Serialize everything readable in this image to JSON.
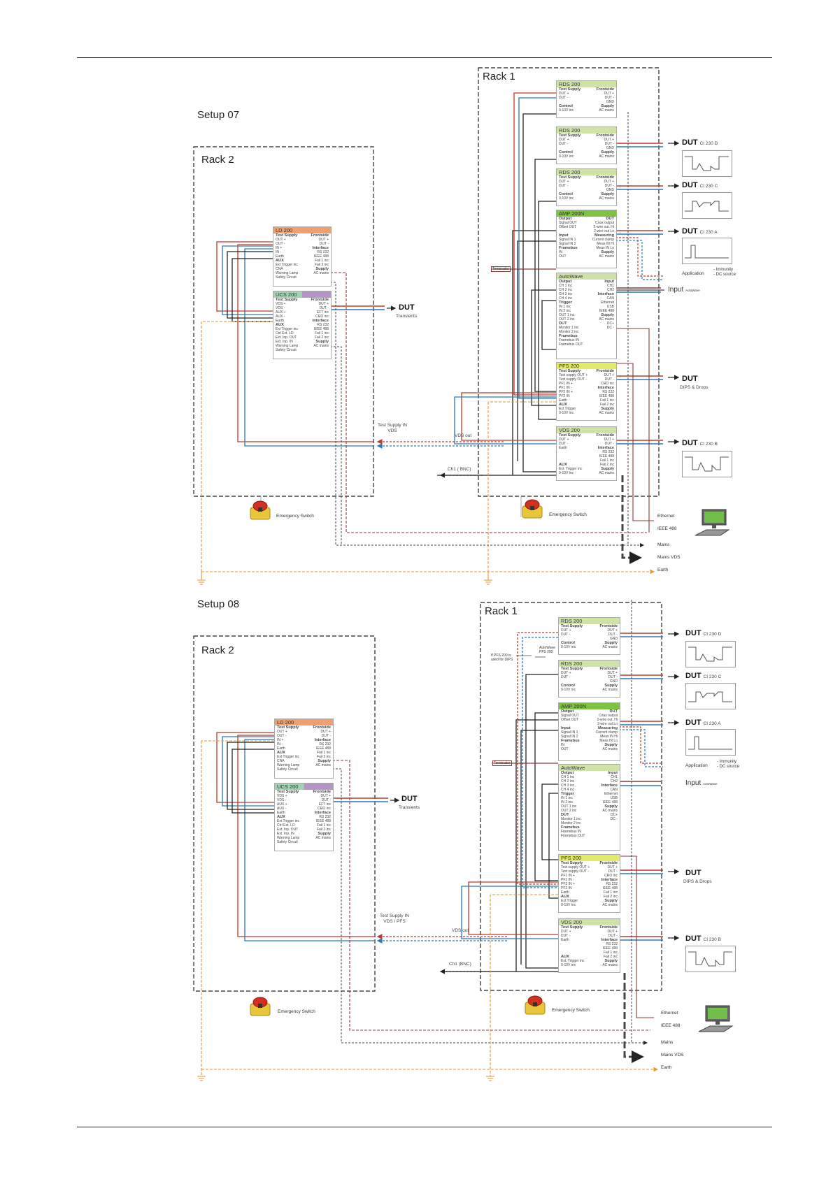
{
  "setups": [
    {
      "title": "Setup 07",
      "rack1_label": "Rack 1",
      "rack2_label": "Rack 2",
      "test_supply_in": "Test Supply IN\nVDS",
      "vds_out": "VDS out",
      "ch1": "Ch1 ( BNC)",
      "emergency1": "Emergency Switch",
      "emergency2": "Emergency Switch",
      "outputs": [
        {
          "dut": "DUT",
          "sub": "CI 230 D"
        },
        {
          "dut": "DUT",
          "sub": "CI 230 C"
        },
        {
          "dut": "DUT",
          "sub": "CI 230 A"
        },
        {
          "dut": "DUT",
          "sub": "DIPS & Drops"
        },
        {
          "dut": "DUT",
          "sub": "CI 230 B"
        }
      ],
      "application": "Application",
      "immunity": "- Immunity\n- DC source",
      "input": "Input",
      "input_sub": "AutoWave",
      "transients_dut": "DUT",
      "transients": "Transients",
      "terminator": "Terminator",
      "bottom": [
        "Ethernet",
        "IEEE 488",
        "Mains",
        "Mains VDS",
        "Earth"
      ]
    },
    {
      "title": "Setup 08",
      "rack1_label": "Rack 1",
      "rack2_label": "Rack 2",
      "test_supply_in": "Test Supply IN\nVDS / PFS",
      "vds_out": "VDS out",
      "ch1": "Ch1 (BNC)",
      "emergency1": "Emergency Switch",
      "emergency2": "Emergency Switch",
      "note": "If PFS 200 is\nused for DIPS",
      "note2": "AutoWave\nPFS 200",
      "outputs": [
        {
          "dut": "DUT",
          "sub": "CI 230 D"
        },
        {
          "dut": "DUT",
          "sub": "CI 230 C"
        },
        {
          "dut": "DUT",
          "sub": "CI 230 A"
        },
        {
          "dut": "DUT",
          "sub": "DIPS & Drops"
        },
        {
          "dut": "DUT",
          "sub": "CI 230 B"
        }
      ],
      "application": "Application",
      "immunity": "- Immunity\n- DC source",
      "input": "Input",
      "input_sub": "AutoWave",
      "transients_dut": "DUT",
      "transients": "Transients",
      "terminator": "Terminator",
      "bottom": [
        "Ethernet",
        "IEEE 488",
        "Mains",
        "Mains VDS",
        "Earth"
      ]
    }
  ],
  "modules": {
    "rds": {
      "title": "RDS 200",
      "color": "#cfe3a8",
      "rows": [
        [
          "Test Supply",
          "Frontside"
        ],
        [
          "DUT +",
          "DUT +"
        ],
        [
          "DUT -",
          "DUT -"
        ],
        [
          "",
          "GND"
        ],
        [
          "Control",
          "Supply"
        ],
        [
          "0-10V inc",
          "AC mains"
        ]
      ]
    },
    "amp": {
      "title": "AMP 200N",
      "color": "#7dc242",
      "rows": [
        [
          "Output",
          "DUT"
        ],
        [
          "Signal OUT",
          "Coax output"
        ],
        [
          "Offset OUT",
          "2-wire out. Hi"
        ],
        [
          "",
          "2-wire out Lo"
        ],
        [
          "Input",
          "Measuring"
        ],
        [
          "Signal IN 1",
          "Current clamp"
        ],
        [
          "Signal IN 2",
          "Meas IN Hi"
        ],
        [
          "Framebus",
          "Meas IN Lo"
        ],
        [
          "IN",
          "Supply"
        ],
        [
          "OUT",
          "AC mains"
        ]
      ]
    },
    "autowave": {
      "title": "AutoWave",
      "color": "#cfe3a8",
      "rows": [
        [
          "Output",
          "Input"
        ],
        [
          "CH 1 inc",
          "CH1"
        ],
        [
          "CH 2 inc",
          "CH2"
        ],
        [
          "CH 3 inc",
          "Interface"
        ],
        [
          "CH 4 inc",
          "CAN"
        ],
        [
          "Trigger",
          "Ethernet"
        ],
        [
          "IN 1 inc",
          "USB"
        ],
        [
          "IN 2 inc",
          "IEEE 488"
        ],
        [
          "OUT 1 inc",
          "Supply"
        ],
        [
          "OUT 2 inc",
          "AC mains"
        ],
        [
          "DUT",
          "DC+"
        ],
        [
          "Monitor 1 inc",
          "DC -"
        ],
        [
          "Monitor 2 inc",
          ""
        ],
        [
          "Framebus",
          ""
        ],
        [
          "Framebus IN",
          ""
        ],
        [
          "Framebus OUT",
          ""
        ]
      ]
    },
    "pfs": {
      "title": "PFS 200",
      "color": "#e3ea6a",
      "rows": [
        [
          "Test Supply",
          "Frontside"
        ],
        [
          "Test supply OUT +",
          "DUT +"
        ],
        [
          "Test supply OUT -",
          "DUT -"
        ],
        [
          "PF1 IN +",
          "CRO inc"
        ],
        [
          "PF1 IN -",
          "Interface"
        ],
        [
          "PF2 IN +",
          "RS 232"
        ],
        [
          "PF2 IN",
          "IEEE 488"
        ],
        [
          "Earth",
          "Fail 1 inc"
        ],
        [
          "AUX",
          "Fail 2 inc"
        ],
        [
          "Ext Trigger",
          "Supply"
        ],
        [
          "0-10V inc",
          "AC mains"
        ]
      ]
    },
    "vds": {
      "title": "VDS 200",
      "color": "#cfe3a8",
      "rows": [
        [
          "Test Supply",
          "Frontside"
        ],
        [
          "DUT +",
          "DUT +"
        ],
        [
          "DUT -",
          "DUT -"
        ],
        [
          "Earth",
          "Interface"
        ],
        [
          "",
          "RS 232"
        ],
        [
          "",
          "IEEE 488"
        ],
        [
          "",
          "Fail 1 inc"
        ],
        [
          "AUX",
          "Fail 2 inc"
        ],
        [
          "Ext. Trigger inc",
          "Supply"
        ],
        [
          "0-10V inc",
          "AC mains"
        ]
      ]
    },
    "ld": {
      "title": "LD 200",
      "color": "#f0a070",
      "rows": [
        [
          "Test Supply",
          "Frontside"
        ],
        [
          "OUT +",
          "DUT +"
        ],
        [
          "OUT -",
          "DUT -"
        ],
        [
          "IN +",
          "Interface"
        ],
        [
          "IN -",
          "RS 232"
        ],
        [
          "Earth",
          "IEEE 488"
        ],
        [
          "AUX",
          "Fail 1 inc"
        ],
        [
          "Ext Trigger inc",
          "Fail 3 inc"
        ],
        [
          "CNA",
          "Supply"
        ],
        [
          "Warning Lamp",
          "AC mains"
        ],
        [
          "Safety Circuit",
          ""
        ]
      ]
    },
    "ucs": {
      "title": "UCS 200",
      "color": "#9fd4b0",
      "rows": [
        [
          "Test Supply",
          "Frontside"
        ],
        [
          "VDS +",
          "DUT +"
        ],
        [
          "VDS -",
          "DUT -"
        ],
        [
          "AUX +",
          "EFT inc"
        ],
        [
          "AUX -",
          "CRO inc"
        ],
        [
          "Earth",
          "Interface"
        ],
        [
          "AUX",
          "RS 232"
        ],
        [
          "Ext Trigger inc",
          "IEEE 488"
        ],
        [
          "Ctrl Ext. LD",
          "Fail 1 inc"
        ],
        [
          "Ext. Inp. OUT",
          "Fail 2 inc"
        ],
        [
          "Ext. Inp. IN",
          "Supply"
        ],
        [
          "Warning Lamp",
          "AC mains"
        ],
        [
          "Safety Circuit",
          ""
        ]
      ]
    }
  }
}
